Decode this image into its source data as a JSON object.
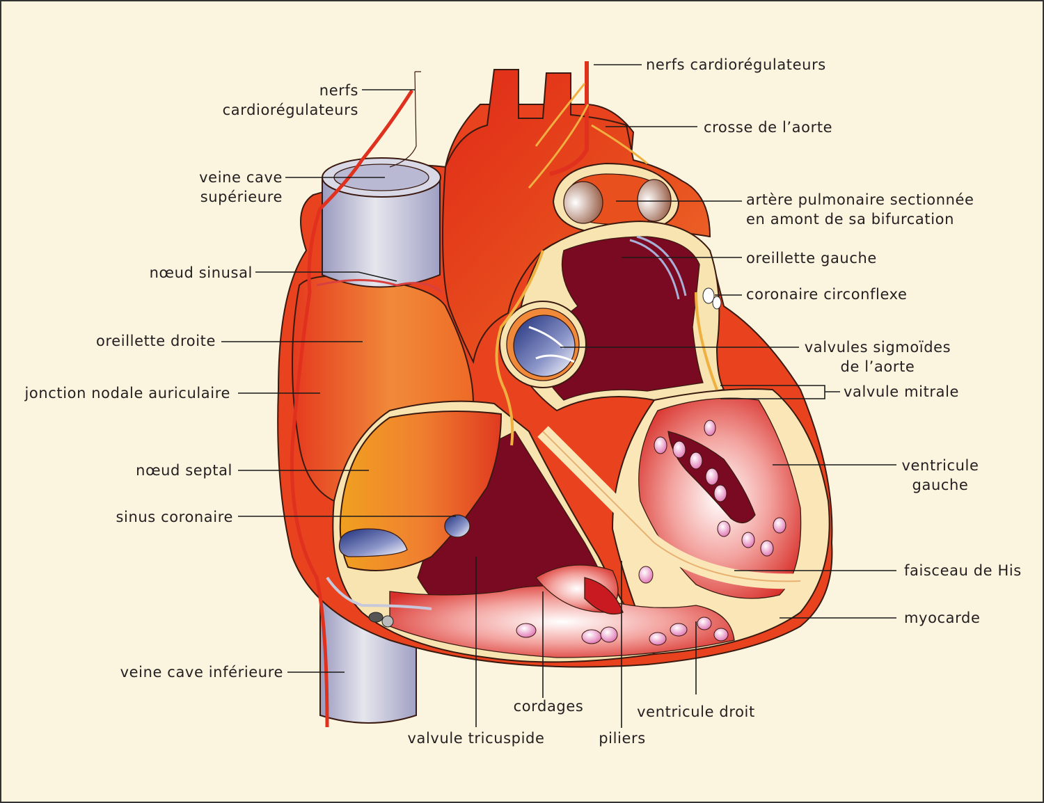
{
  "labels": {
    "nerfs_left_1": "nerfs",
    "nerfs_left_2": "cardiorégulateurs",
    "nerfs_top": "nerfs cardiorégulateurs",
    "vcs_1": "veine cave",
    "vcs_2": "supérieure",
    "crosse": "crosse de l’aorte",
    "artere_1": "artère pulmonaire sectionnée",
    "artere_2": "en amont de sa bifurcation",
    "noeud_sinusal": "nœud sinusal",
    "oreillette_gauche": "oreillette gauche",
    "coronaire": "coronaire circonflexe",
    "oreillette_droite": "oreillette droite",
    "valvules_1": "valvules sigmoïdes",
    "valvules_2": "de l’aorte",
    "jonction": "jonction nodale auriculaire",
    "mitrale": "valvule mitrale",
    "ventricule_g_1": "ventricule",
    "ventricule_g_2": "gauche",
    "noeud_septal": "nœud septal",
    "sinus": "sinus coronaire",
    "his": "faisceau de His",
    "myocarde": "myocarde",
    "vci": "veine cave inférieure",
    "cordages": "cordages",
    "ventricule_droit": "ventricule droit",
    "tricuspide": "valvule tricuspide",
    "piliers": "piliers"
  },
  "colors": {
    "background": "#fbf4df",
    "muscle_red": "#e0301e",
    "muscle_orange": "#f07a2a",
    "cavity_dark": "#7a0a22",
    "vein_blue_grey": "#b9b9d4",
    "valve_blue": "#2c3e8c",
    "pillar_pink": "#f2a6c8",
    "fat_cream": "#fbe6b8"
  }
}
